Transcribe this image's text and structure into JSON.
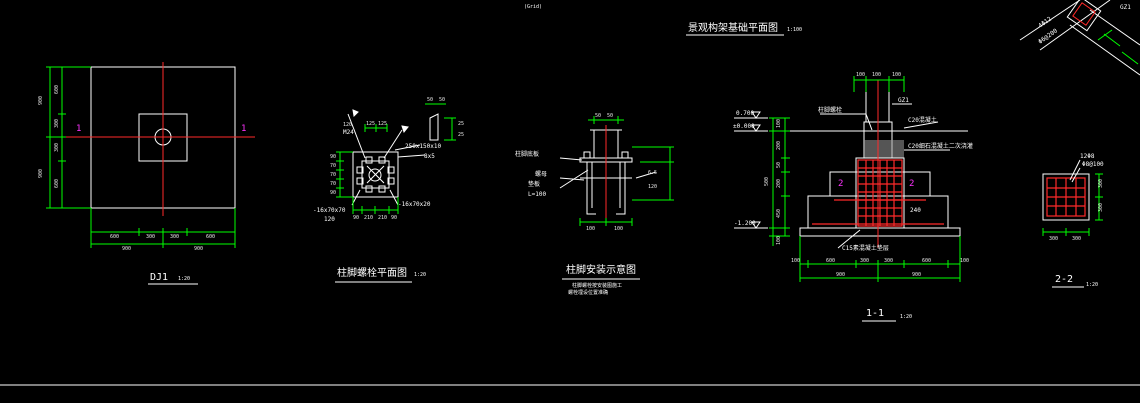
{
  "colors": {
    "background": "#000000",
    "outline": "#ffffff",
    "dimension": "#00ff00",
    "centerline": "#ff2a2a",
    "rebar": "#ff2a2a",
    "section_marker": "#ff33ff",
    "fill_gray": "#9a9a9a"
  },
  "top_note": "(Grid)",
  "dj1": {
    "title": "DJ1",
    "scale": "1:20",
    "section_marks": [
      "1",
      "1"
    ],
    "dims_left": [
      "900",
      "600",
      "300",
      "300",
      "600",
      "900"
    ],
    "dims_bottom": [
      "600",
      "300",
      "300",
      "600",
      "900",
      "900"
    ]
  },
  "bolt_plan": {
    "title": "柱脚螺栓平面图",
    "scale": "1:20",
    "labels": [
      "M24",
      "250x150x10",
      "8x5",
      "-16x70x70",
      "-16x70x20",
      "120"
    ],
    "dims_top": [
      "50",
      "50",
      "120",
      "125",
      "125",
      "25",
      "25"
    ],
    "dims_left": [
      "90",
      "70",
      "70",
      "70",
      "90"
    ],
    "dims_bottom": [
      "90",
      "210",
      "210",
      "90"
    ]
  },
  "install": {
    "title": "柱脚安装示意图",
    "note1": "柱脚螺栓按安装图施工",
    "note2": "螺栓埋设位置准确",
    "labels": [
      "柱脚底板",
      "螺母",
      "垫板",
      "L=100"
    ],
    "dims": [
      "50",
      "50",
      "100",
      "100",
      "6.5",
      "120"
    ]
  },
  "section_11": {
    "header": "景观构架基础平面图",
    "header_scale": "1:100",
    "title": "1-1",
    "scale": "1:20",
    "marks": [
      "2",
      "2"
    ],
    "elevations": [
      "0.700",
      "±0.000",
      "-1.200"
    ],
    "labels": [
      "柱脚螺栓",
      "GZ1",
      "C20细石混凝土二次浇灌",
      "C15素混凝土垫层",
      "C20混凝土",
      "240"
    ],
    "dims_top": [
      "100",
      "100",
      "100"
    ],
    "dims_left": [
      "100",
      "200",
      "50",
      "200",
      "500",
      "450",
      "100"
    ],
    "dims_bottom": [
      "100",
      "600",
      "300",
      "300",
      "600",
      "100",
      "900",
      "900"
    ]
  },
  "section_22": {
    "title": "2-2",
    "scale": "1:20",
    "labels": [
      "12Φ8",
      "Φ8@100"
    ],
    "dims_bottom": [
      "300",
      "300"
    ],
    "dims_right": [
      "300",
      "300"
    ]
  },
  "corner": {
    "labels": [
      "GZ1",
      "4Φ12",
      "Φ6@200"
    ]
  }
}
